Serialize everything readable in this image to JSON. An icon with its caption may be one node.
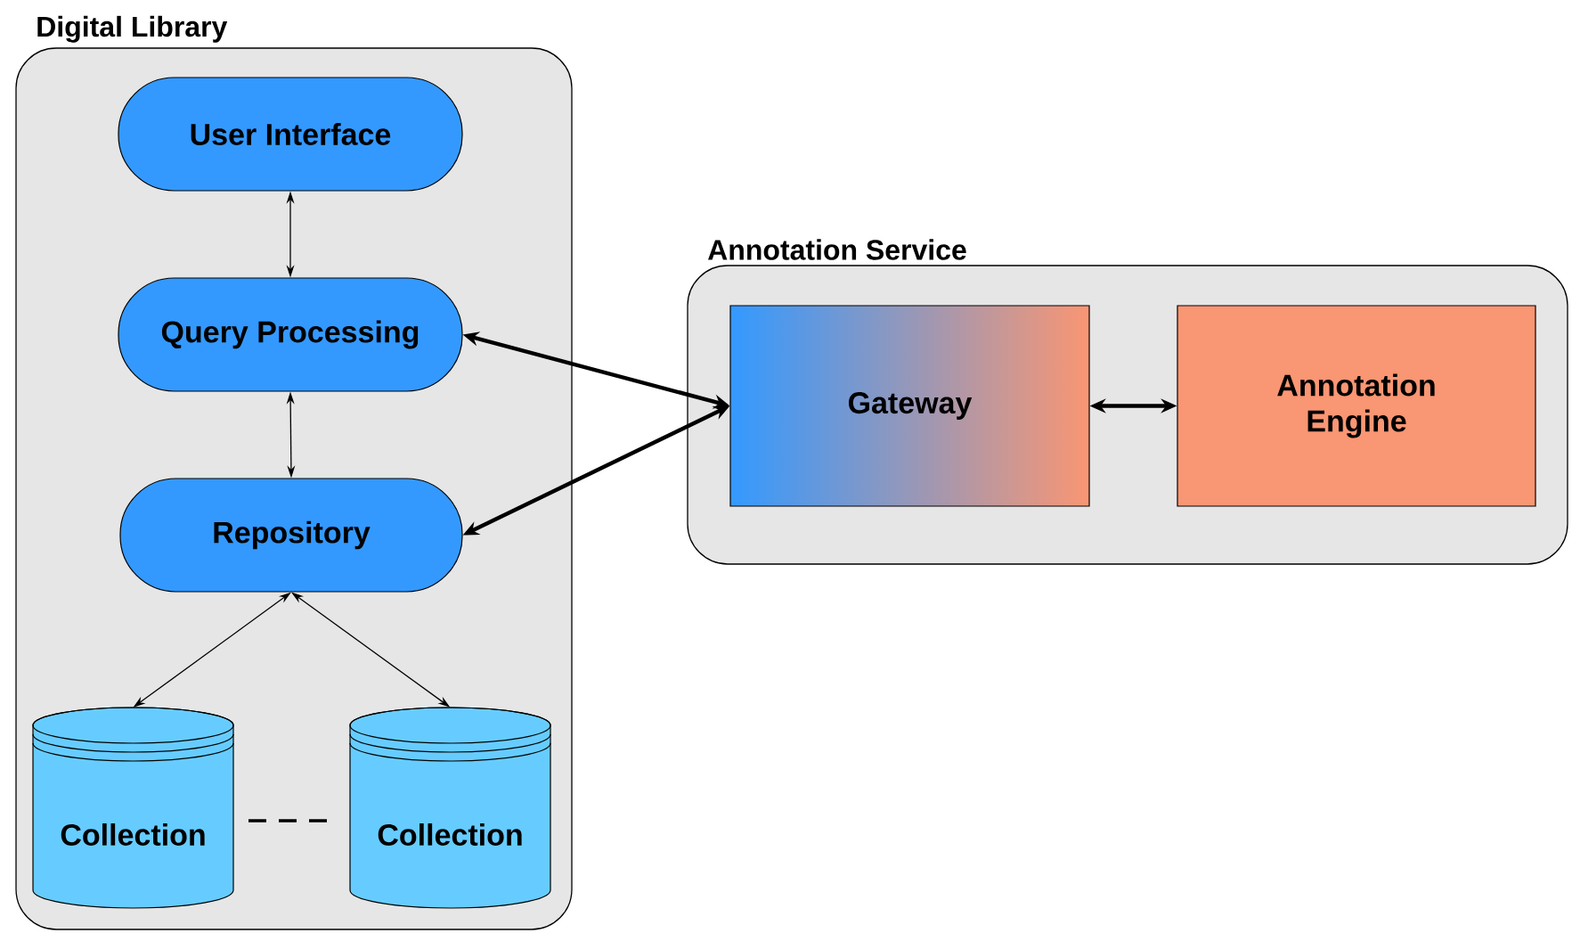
{
  "diagram": {
    "nodes": [
      {
        "text": [
          "Digital Library"
        ]
      },
      {
        "text": [
          "User Interface"
        ],
        "in": 0
      },
      {
        "text": [
          "Query Processing"
        ],
        "in": 0
      },
      {
        "text": [
          "Repository"
        ],
        "in": 0
      },
      {
        "text": [
          "Collection"
        ],
        "in": 0
      },
      {
        "text": [
          "Collection"
        ],
        "in": 0
      },
      {
        "text": [
          "Annotation Service"
        ]
      },
      {
        "text": [
          "Gateway"
        ],
        "in": 6
      },
      {
        "text": [
          "Annotation Engine"
        ],
        "in": 6
      }
    ],
    "edges": [
      {
        "from": 1,
        "to": 2,
        "arrow": "both"
      },
      {
        "from": 2,
        "to": 3,
        "arrow": "both"
      },
      {
        "from": 3,
        "to": 4,
        "arrow": "both"
      },
      {
        "from": 3,
        "to": 5,
        "arrow": "both"
      },
      {
        "from": 2,
        "to": 7,
        "arrow": "both",
        "style": "thick"
      },
      {
        "from": 3,
        "to": 7,
        "arrow": "both",
        "style": "thick"
      },
      {
        "from": 7,
        "to": 8,
        "arrow": "both",
        "style": "thick"
      }
    ]
  }
}
